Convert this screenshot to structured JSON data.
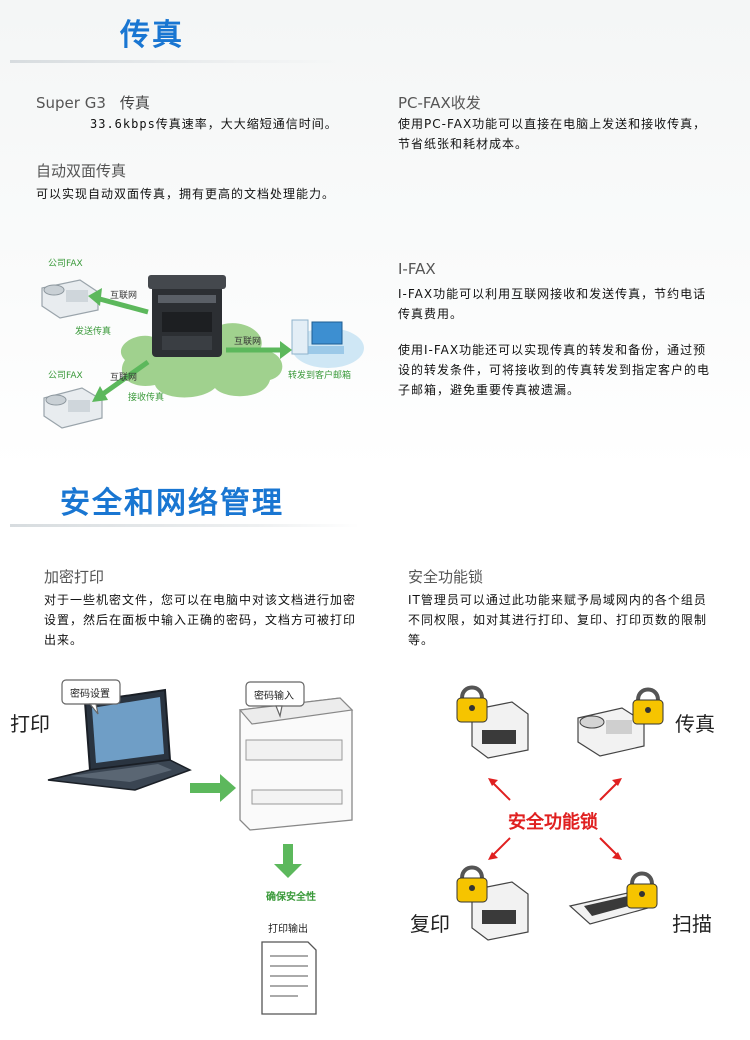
{
  "fax_section": {
    "title": "传真",
    "features": {
      "super_g3": {
        "heading_prefix": "Super G3",
        "heading_suffix": "传真",
        "text": "33.6kbps传真速率，大大缩短通信时间。"
      },
      "pc_fax": {
        "heading": "PC-FAX收发",
        "text": "使用PC-FAX功能可以直接在电脑上发送和接收传真，节省纸张和耗材成本。"
      },
      "duplex_fax": {
        "heading": "自动双面传真",
        "text": "可以实现自动双面传真，拥有更高的文档处理能力。"
      },
      "i_fax": {
        "heading": "I-FAX",
        "text1": "I-FAX功能可以利用互联网接收和发送传真，节约电话传真费用。",
        "text2": "使用I-FAX功能还可以实现传真的转发和备份，通过预设的转发条件，可将接收到的传真转发到指定客户的电子邮箱，避免重要传真被遗漏。"
      }
    },
    "diagram": {
      "label_company_fax_top": "公司FAX",
      "label_internet_1": "互联网",
      "label_send_fax": "发送传真",
      "label_company_fax_bottom": "公司FAX",
      "label_internet_2": "互联网",
      "label_receive_fax": "接收传真",
      "label_internet_3": "互联网",
      "label_forward_email": "转发到客户邮箱"
    }
  },
  "security_section": {
    "title": "安全和网络管理",
    "features": {
      "secure_print": {
        "heading": "加密打印",
        "text": "对于一些机密文件，您可以在电脑中对该文档进行加密设置，然后在面板中输入正确的密码，文档方可被打印出来。"
      },
      "function_lock": {
        "heading": "安全功能锁",
        "text": "IT管理员可以通过此功能来赋予局域网内的各个组员不同权限，如对其进行打印、复印、打印页数的限制等。"
      }
    },
    "print_diagram": {
      "label_password_setup": "密码设置",
      "label_password_input": "密码输入",
      "label_ensure_security": "确保安全性",
      "label_print_output": "打印输出"
    },
    "lock_diagram": {
      "center_label": "安全功能锁",
      "label_print": "打印",
      "label_fax": "传真",
      "label_copy": "复印",
      "label_scan": "扫描"
    }
  },
  "colors": {
    "title_blue": "#1976d2",
    "arrow_green": "#5cb85c",
    "lock_red": "#e02020"
  }
}
